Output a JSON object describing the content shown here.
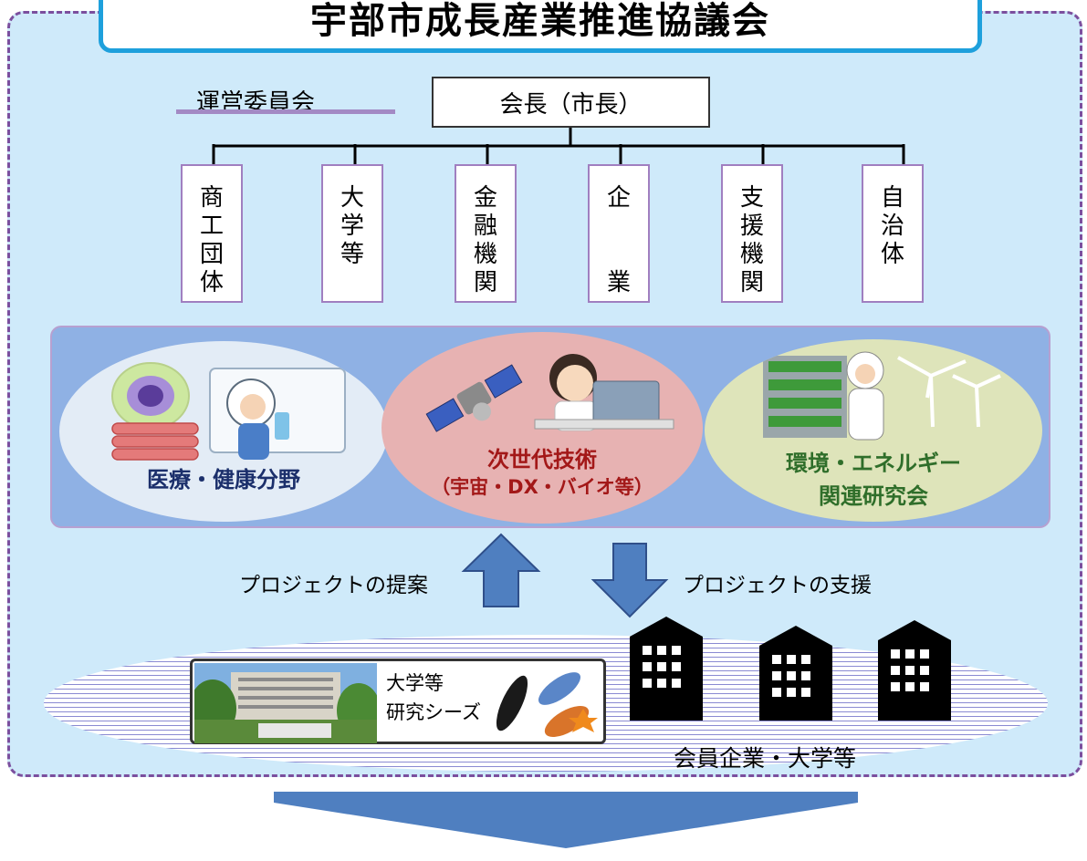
{
  "title": "宇部市成長産業推進協議会",
  "committee_label": "運営委員会",
  "chair": "会長（市長）",
  "members": [
    {
      "label": "商工団体"
    },
    {
      "label": "大学等"
    },
    {
      "label": "金融機関"
    },
    {
      "label": "企業"
    },
    {
      "label": "支援機関"
    },
    {
      "label": "自治体"
    }
  ],
  "fields": {
    "medical": "医療・健康分野",
    "nextgen": "次世代技術",
    "nextgen_sub": "（宇宙・DX・バイオ等）",
    "environment_1": "環境・エネルギー",
    "environment_2": "関連研究会"
  },
  "arrows": {
    "proposal": "プロジェクトの提案",
    "support": "プロジェクトの支援"
  },
  "seeds": {
    "line1": "大学等",
    "line2": "研究シーズ"
  },
  "members_label": "会員企業・大学等",
  "colors": {
    "panel": "#cfeafa",
    "title_border": "#1ea0dc",
    "dash": "#7b4f9e",
    "arrow": "#4f7fc0",
    "medical_text": "#1b2f6b",
    "nextgen_text": "#a31818",
    "environment_text": "#2f6e2a"
  }
}
